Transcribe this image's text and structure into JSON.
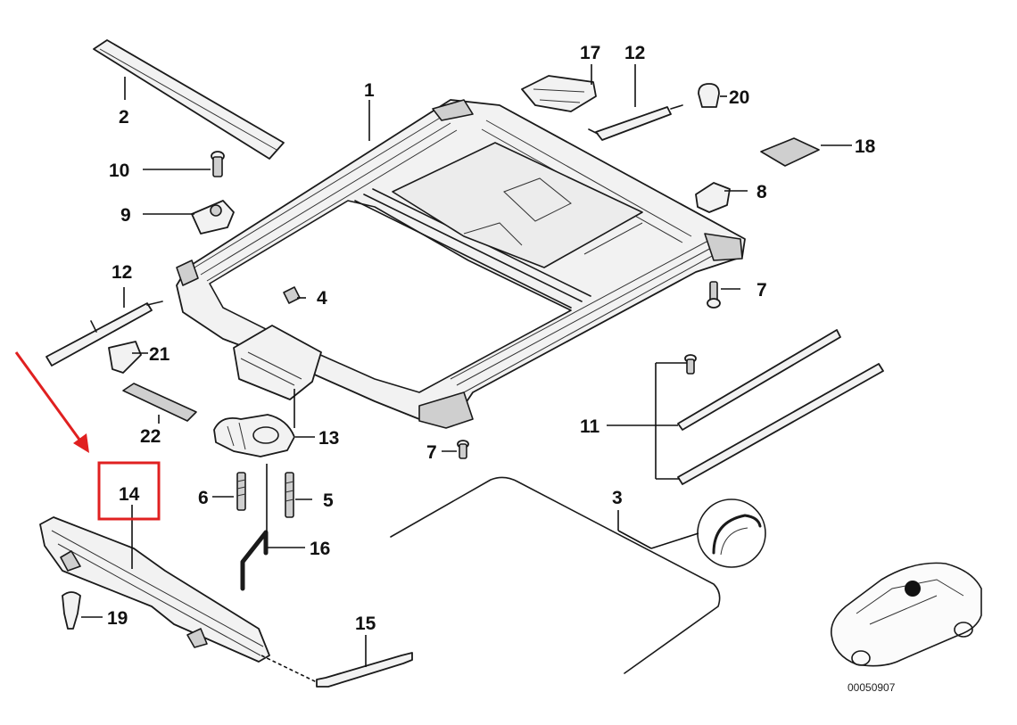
{
  "diagram": {
    "labels": {
      "p1": "1",
      "p2": "2",
      "p3": "3",
      "p4": "4",
      "p5": "5",
      "p6": "6",
      "p7a": "7",
      "p7b": "7",
      "p8": "8",
      "p9": "9",
      "p10": "10",
      "p11": "11",
      "p12a": "12",
      "p12b": "12",
      "p13": "13",
      "p14": "14",
      "p15": "15",
      "p16": "16",
      "p17": "17",
      "p18": "18",
      "p19": "19",
      "p20": "20",
      "p21": "21",
      "p22": "22"
    },
    "highlight": {
      "part": "14",
      "color": "#e02020"
    },
    "drawing_code": "00050907"
  }
}
